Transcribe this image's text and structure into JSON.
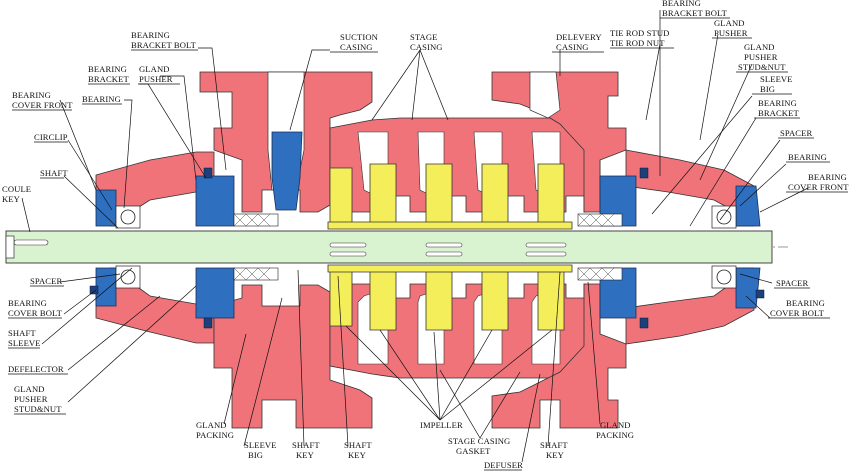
{
  "labels": {
    "bearing_bracket_bolt_left": [
      "BEARING",
      "BRACKET BOLT"
    ],
    "bearing_bracket_left": [
      "BEARING",
      "BRACKET"
    ],
    "gland_pusher_left": [
      "GLAND",
      "PUSHER"
    ],
    "bearing_left": "BEARING",
    "bearing_cover_front_left": [
      "BEARING",
      "COVER FRONT"
    ],
    "circlip": "CIRCLIP",
    "shaft": "SHAFT",
    "coule_key": [
      "COULE",
      "KEY"
    ],
    "spacer_left": "SPACER",
    "bearing_cover_bolt_left": [
      "BEARING",
      "COVER BOLT"
    ],
    "shaft_sleeve": [
      "SHAFT",
      "SLEEVE"
    ],
    "defelector": "DEFELECTOR",
    "gland_pusher_stud_left": [
      "GLAND",
      "PUSHER",
      "STUD&NUT"
    ],
    "suction_casing": [
      "SUCTION",
      "CASING"
    ],
    "stage_casing": [
      "STAGE",
      "CASING"
    ],
    "delevery_casing": [
      "DELEVERY",
      "CASING"
    ],
    "bearing_bracket_bolt_right": [
      "BEARING",
      "BRACKET BOLT"
    ],
    "tie_rod": [
      "TIE ROD STUD",
      "TIE ROD NUT"
    ],
    "gland_pusher_right": [
      "GLAND",
      "PUSHER"
    ],
    "gland_pusher_stud_right": [
      "GLAND",
      "PUSHER",
      "STUD&NUT"
    ],
    "sleeve_big_right": [
      "SLEEVE",
      "BIG"
    ],
    "bearing_bracket_right": [
      "BEARING",
      "BRACKET"
    ],
    "spacer_right_top": "SPACER",
    "bearing_right": "BEARING",
    "bearing_cover_front_right": [
      "BEARING",
      "COVER FRONT"
    ],
    "spacer_right_bottom": "SPACER",
    "bearing_cover_bolt_right": [
      "BEARING",
      "COVER BOLT"
    ],
    "gland_packing_left": [
      "GLAND",
      "PACKING"
    ],
    "sleeve_big_left": [
      "SLEEVE",
      "BIG"
    ],
    "shaft_key_1": [
      "SHAFT",
      "KEY"
    ],
    "shaft_key_2": [
      "SHAFT",
      "KEY"
    ],
    "impeller": "IMPELLER",
    "stage_casing_gasket": [
      "STAGE CASING",
      "GASKET"
    ],
    "shaft_key_3": [
      "SHAFT",
      "KEY"
    ],
    "defuser": "DEFUSER",
    "gland_packing_right": [
      "GLAND",
      "PACKING"
    ]
  },
  "colors": {
    "casing": "#f0737a",
    "bearing_parts": "#2f6fc0",
    "impeller": "#f4ee5a",
    "shaft": "#d9f2cf"
  }
}
